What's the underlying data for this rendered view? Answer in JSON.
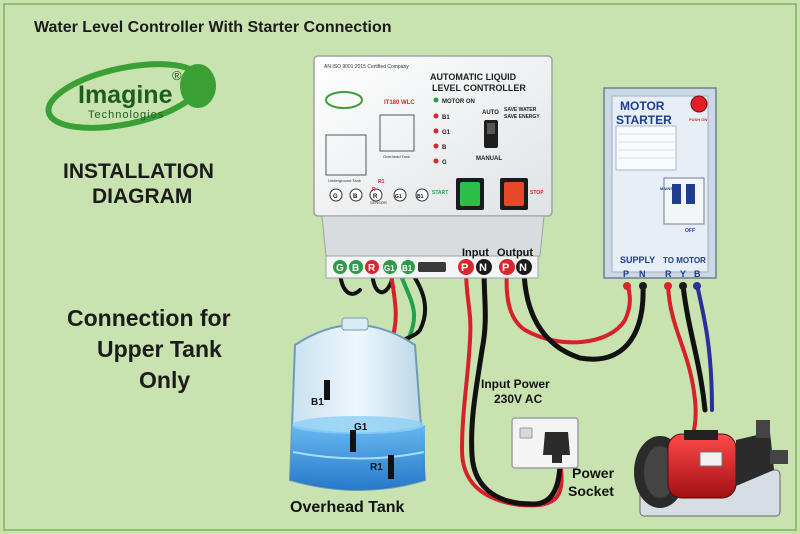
{
  "title": "Water Level Controller With Starter Connection",
  "brand": {
    "name": "Imagine",
    "registered": "®",
    "subtitle": "Technologies"
  },
  "heading": {
    "line1": "INSTALLATION",
    "line2": "DIAGRAM"
  },
  "note": {
    "line1": "Connection for",
    "line2": "Upper Tank",
    "line3": "Only"
  },
  "controller": {
    "certified": "AN ISO 9001:2015 Certified Company",
    "model": "IT180 WLC",
    "title_line1": "AUTOMATIC LIQUID",
    "title_line2": "LEVEL CONTROLLER",
    "indicators": [
      "MOTOR ON",
      "B1",
      "G1",
      "B",
      "G"
    ],
    "auto_label": "AUTO",
    "manual_label": "MANUAL",
    "save_line1": "SAVE WATER",
    "save_line2": "SAVE ENERGY",
    "start_label": "START",
    "stop_label": "STOP",
    "underground_label": "Underground Tank",
    "overhead_label": "Overhead Tank",
    "sensor_label": "SENSOR",
    "sensor_terminals": [
      "G",
      "B",
      "R",
      "G1",
      "B1"
    ],
    "sensor_small": [
      "R1",
      "R"
    ],
    "bottom_terminals": [
      "G",
      "B",
      "R",
      "G1",
      "B1"
    ],
    "input_label": "Input",
    "output_label": "Output",
    "power_terminals": [
      "P",
      "N",
      "P",
      "N"
    ]
  },
  "starter": {
    "title_line1": "MOTOR",
    "title_line2": "STARTER",
    "push_on": "PUSH ON",
    "mains": "MAINS",
    "off": "OFF",
    "supply_label": "SUPPLY",
    "to_motor_label": "TO MOTOR",
    "supply_terminals": [
      "P",
      "N"
    ],
    "motor_terminals": [
      "R",
      "Y",
      "B"
    ]
  },
  "input_power": {
    "line1": "Input Power",
    "line2": "230V AC"
  },
  "socket": {
    "line1": "Power",
    "line2": "Socket"
  },
  "tank": {
    "label": "Overhead Tank",
    "probes": [
      "B1",
      "G1",
      "R1"
    ]
  },
  "colors": {
    "background": "#c9e3b0",
    "brand_green": "#3aa035",
    "terminal_green": "#2f9b45",
    "terminal_red": "#d8262c",
    "wire_red": "#d6202a",
    "wire_green": "#24a04a",
    "wire_black": "#111111",
    "water": "#3c9be0"
  }
}
